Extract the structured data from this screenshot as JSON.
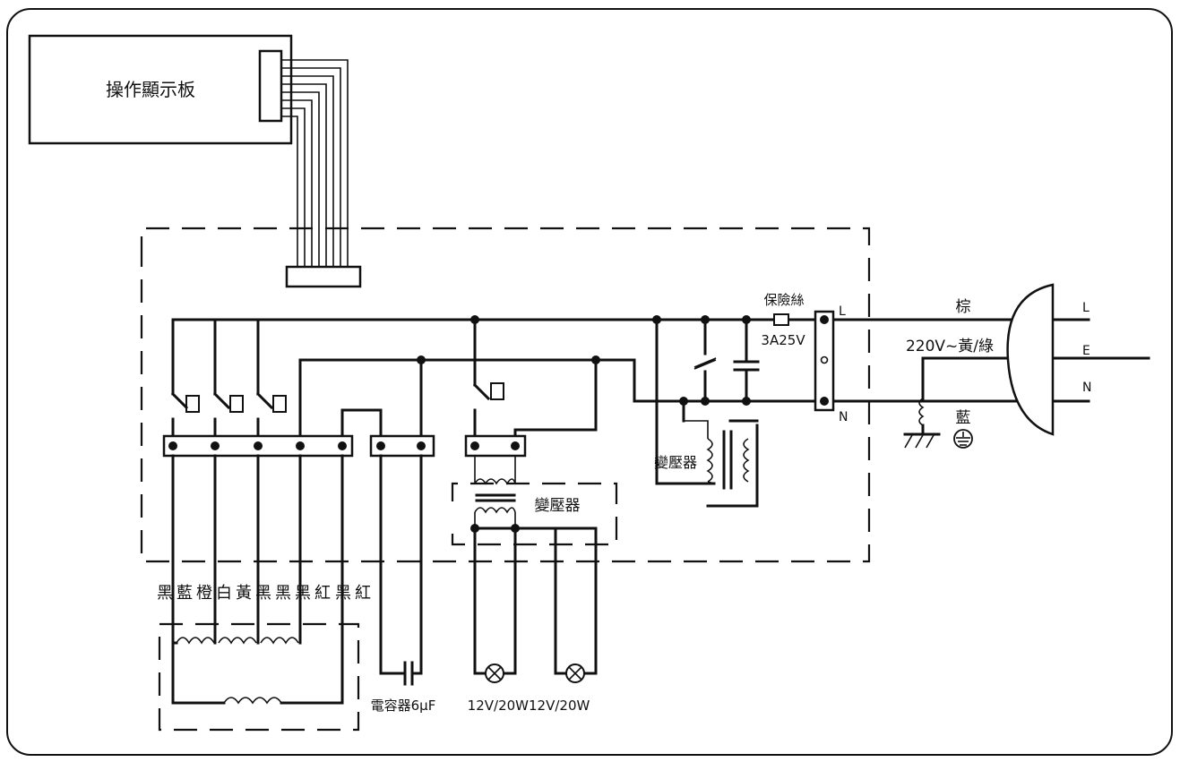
{
  "diagram": {
    "panel_label": "操作顯示板",
    "fuse_label": "保險絲",
    "fuse_rating": "3A25V",
    "terminal_L": "L",
    "terminal_N": "N",
    "mains_brown": "棕",
    "mains_voltage_label": "220V~黃/綠",
    "mains_blue": "藍",
    "plug_L": "L",
    "plug_E": "E",
    "plug_N": "N",
    "transformer_label_1": "變壓器",
    "transformer_label_2": "變壓器",
    "wire_colors": [
      "黑",
      "藍",
      "橙",
      "白",
      "黃",
      "黑",
      "黑",
      "黑",
      "紅",
      "黑",
      "紅"
    ],
    "capacitor_label": "電容器6μF",
    "lamp_label": "12V/20W12V/20W"
  }
}
